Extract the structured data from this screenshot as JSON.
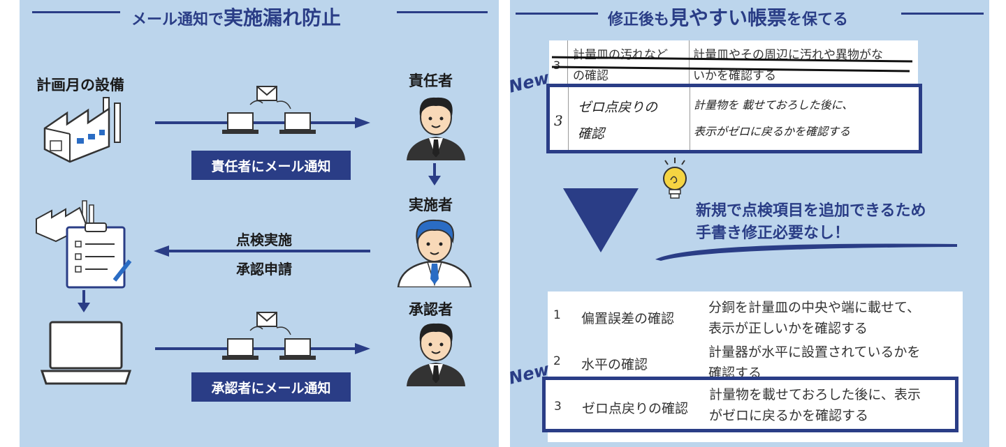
{
  "left": {
    "title_part1": "メール通知で",
    "title_part2": "実施漏れ防止",
    "planned_equipment_label": "計画月の設備",
    "responsible_label": "責任者",
    "executor_label": "実施者",
    "approver_label": "承認者",
    "mail_to_responsible": "責任者にメール通知",
    "inspection_done": "点検実施",
    "approval_request": "承認申請",
    "mail_to_approver": "承認者にメール通知"
  },
  "right": {
    "title_part1": "修正後も",
    "title_part2": "見やすい帳票",
    "title_part3": "を保てる",
    "new_badge": "New",
    "old_table": {
      "struck_row": {
        "no": "3",
        "item": "計量皿の汚れなど",
        "item2": "の確認",
        "desc": "計量皿やその周辺に汚れや異物がな",
        "desc2": "いかを確認する"
      },
      "handwritten_row": {
        "no": "3",
        "item": "ゼロ点戻りの",
        "item2": "確認",
        "desc": "計量物を 載せておろした後に、",
        "desc2": "表示がゼロに戻るかを確認する"
      }
    },
    "callout_line1": "新規で点検項目を追加できるため",
    "callout_line2": "手書き修正必要なし！",
    "new_table": [
      {
        "no": "1",
        "item": "偏置誤差の確認",
        "desc1": "分銅を計量皿の中央や端に載せて、",
        "desc2": "表示が正しいかを確認する"
      },
      {
        "no": "2",
        "item": "水平の確認",
        "desc1": "計量器が水平に設置されているかを",
        "desc2": "確認する"
      },
      {
        "no": "3",
        "item": "ゼロ点戻りの確認",
        "desc1": "計量物を載せておろした後に、表示",
        "desc2": "がゼロに戻るかを確認する"
      }
    ]
  },
  "colors": {
    "navy": "#2a3d86",
    "panel": "#bcd5ec",
    "bulb": "#f5d442"
  }
}
